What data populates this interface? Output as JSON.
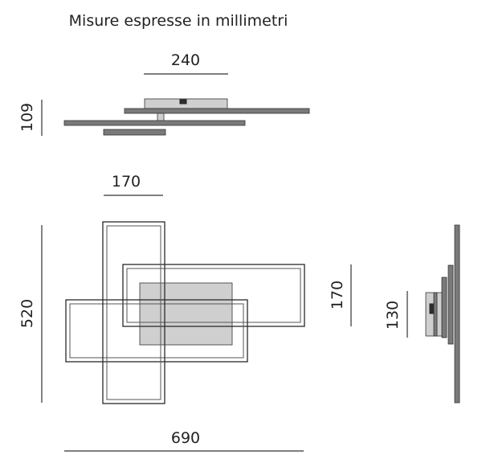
{
  "caption": "Misure espresse in millimetri",
  "dimensions": {
    "top_width": "240",
    "top_height": "109",
    "frame_width": "170",
    "total_height": "520",
    "frame_side_height": "170",
    "total_width": "690",
    "side_depth": "130"
  }
}
